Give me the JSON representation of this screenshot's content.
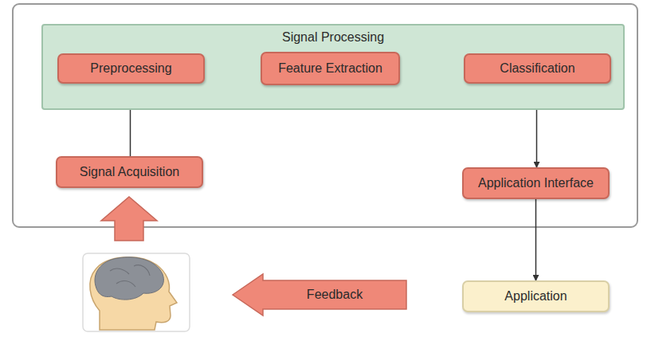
{
  "diagram": {
    "nodes": [
      {
        "text": [
          "Signal Processing"
        ]
      },
      {
        "text": [
          "Preprocessing"
        ],
        "in": 0
      },
      {
        "text": [
          "Feature Extraction"
        ],
        "in": 0
      },
      {
        "text": [
          "Classification"
        ],
        "in": 0
      },
      {
        "text": [
          "Signal Acquisition"
        ]
      },
      {
        "text": [
          "Application Interface"
        ]
      },
      {
        "text": [
          "Application"
        ]
      }
    ],
    "edges": [
      {
        "from": 4,
        "to": 1,
        "arrow": "to"
      },
      {
        "from": 1,
        "to": 2,
        "arrow": "to"
      },
      {
        "from": 2,
        "to": 3,
        "arrow": "to"
      },
      {
        "from": 3,
        "to": 5,
        "arrow": "to"
      },
      {
        "from": 5,
        "to": 6,
        "arrow": "to"
      }
    ],
    "labels": [
      "Feedback"
    ]
  }
}
